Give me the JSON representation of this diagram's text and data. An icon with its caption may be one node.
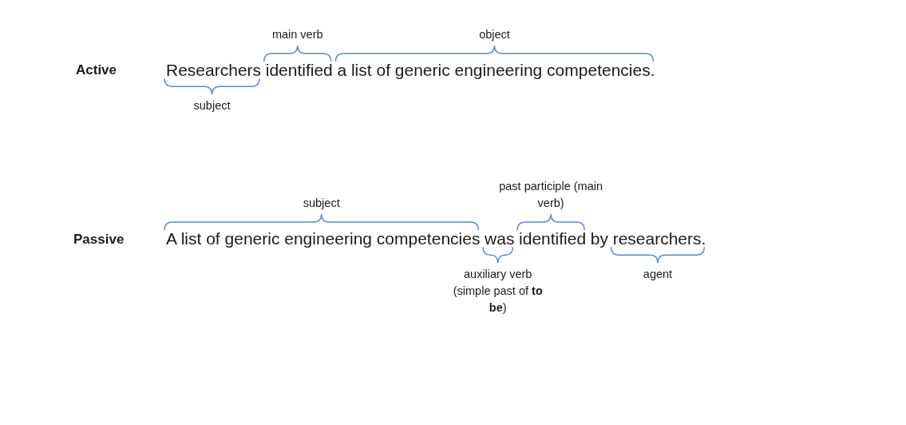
{
  "diagram": {
    "labels": [
      "main verb",
      "object",
      "Active",
      "Researchers",
      "identified",
      "a list of generic engineering competencies.",
      "subject",
      "past participle (main verb)",
      "subject",
      "Passive",
      "A list of generic engineering competencies",
      "was",
      "identified",
      "by",
      "researchers.",
      "auxiliary verb (simple past of **to be**)",
      "agent"
    ]
  }
}
